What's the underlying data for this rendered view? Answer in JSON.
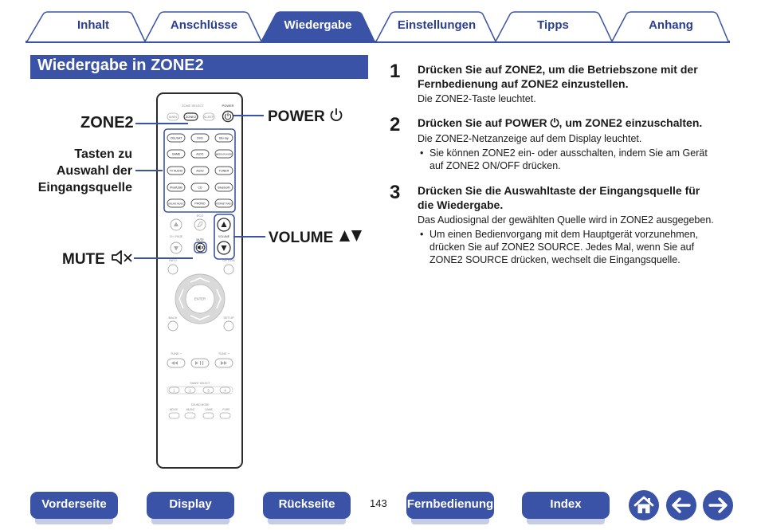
{
  "tabs": [
    {
      "label": "Inhalt",
      "active": false
    },
    {
      "label": "Anschlüsse",
      "active": false
    },
    {
      "label": "Wiedergabe",
      "active": true
    },
    {
      "label": "Einstellungen",
      "active": false
    },
    {
      "label": "Tipps",
      "active": false
    },
    {
      "label": "Anhang",
      "active": false
    }
  ],
  "section_title": "Wiedergabe in ZONE2",
  "callouts": {
    "zone2": "ZONE2",
    "tasten_line1": "Tasten zu",
    "tasten_line2": "Auswahl der",
    "tasten_line3": "Eingangsquelle",
    "mute": "MUTE",
    "power": "POWER",
    "volume": "VOLUME"
  },
  "remote": {
    "zone_select": "ZONE SELECT",
    "main": "MAIN",
    "zone2": "ZONE2",
    "sleep": "SLEEP",
    "power": "POWER",
    "sources": [
      [
        "CBL/SAT",
        "DVD",
        "Blu-ray"
      ],
      [
        "GAME",
        "AUX1",
        "MEDIA PLAYER"
      ],
      [
        "TV AUDIO",
        "AUX2",
        "TUNER"
      ],
      [
        "iPod/USB",
        "CD",
        "Bluetooth"
      ],
      [
        "ONLINE MUSIC",
        "PHONO",
        "INTERNET RADIO"
      ]
    ],
    "eco": "ECO",
    "ch_page": "CH / PAGE",
    "mute": "MUTE",
    "volume": "VOLUME",
    "info": "INFO",
    "option": "OPTION",
    "enter": "ENTER",
    "back": "BACK",
    "setup": "SETUP",
    "tune_minus": "TUNE −",
    "tune_plus": "TUNE +",
    "smart_select": "SMART SELECT",
    "smart_nums": [
      "1",
      "2",
      "3",
      "4"
    ],
    "sound_mode": "SOUND MODE",
    "sound_modes": [
      "MOVIE",
      "MUSIC",
      "GAME",
      "PURE"
    ]
  },
  "steps": [
    {
      "number": "1",
      "head_line1": "Drücken Sie auf ZONE2, um die Betriebszone mit der",
      "head_line2": "Fernbedienung auf ZONE2 einzustellen.",
      "body": "Die ZONE2-Taste leuchtet."
    },
    {
      "number": "2",
      "head": "Drücken Sie auf POWER ⏻, um ZONE2 einzuschalten.",
      "body": "Die ZONE2-Netzanzeige auf dem Display leuchtet.",
      "bullet_line1": "Sie können ZONE2 ein- oder ausschalten, indem Sie am Gerät",
      "bullet_line2": "auf ZONE2 ON/OFF drücken."
    },
    {
      "number": "3",
      "head_line1": "Drücken Sie die Auswahltaste der Eingangsquelle für",
      "head_line2": "die Wiedergabe.",
      "body": "Das Audiosignal der gewählten Quelle wird in ZONE2 ausgegeben.",
      "bullet_line1": "Um einen Bedienvorgang mit dem Hauptgerät vorzunehmen,",
      "bullet_line2": "drücken Sie auf ZONE2 SOURCE. Jedes Mal, wenn Sie auf",
      "bullet_line3": "ZONE2 SOURCE drücken, wechselt die Eingangsquelle."
    }
  ],
  "nav": {
    "vorderseite": "Vorderseite",
    "display": "Display",
    "rueckseite": "Rückseite",
    "page_number": "143",
    "fernbedienung": "Fernbedienung",
    "index": "Index"
  },
  "icons": {
    "home": "home-icon",
    "back": "arrow-left-icon",
    "forward": "arrow-right-icon",
    "power": "power-icon",
    "mute": "speaker-mute-icon",
    "volume": "volume-up-down-icon"
  },
  "colors": {
    "accent": "#3a53a6",
    "accent_light": "#c6cce6",
    "text": "#1a1a1a"
  }
}
